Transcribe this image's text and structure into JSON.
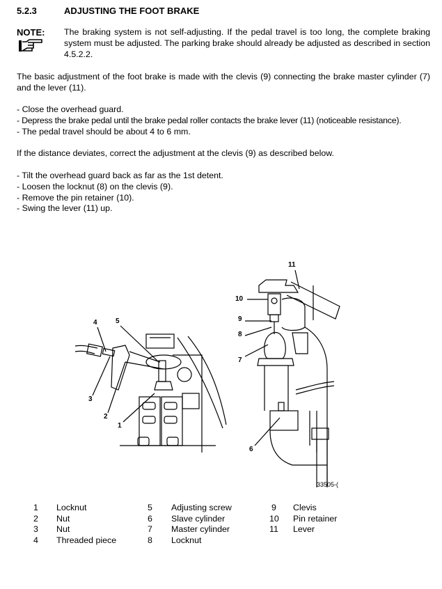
{
  "section": {
    "number": "5.2.3",
    "title": "ADJUSTING THE FOOT BRAKE"
  },
  "note": {
    "label": "NOTE:",
    "icon": "pointing-hand-icon",
    "text": "The braking system is not self-adjusting. If the pedal travel is too long, the complete braking system must be adjusted. The parking brake should already be adjusted as described in section 4.5.2.2."
  },
  "intro": "The basic adjustment of the foot brake is made with the clevis (9) connecting the brake master cylinder (7) and the lever (11).",
  "steps1": [
    "- Close the overhead guard.",
    "- Depress the brake pedal until the brake pedal roller contacts the brake lever (11) (noticeable resistance).",
    "- The pedal travel should be about 4 to 6 mm."
  ],
  "deviation": "If the distance deviates, correct the adjustment at the clevis (9) as described below.",
  "steps2": [
    "- Tilt the overhead guard back as far as the 1st detent.",
    "- Loosen the locknut (8) on the clevis (9).",
    "- Remove the pin retainer (10).",
    "- Swing the lever (11) up."
  ],
  "figure": {
    "callouts": [
      "1",
      "2",
      "3",
      "4",
      "5",
      "6",
      "7",
      "8",
      "9",
      "10",
      "11"
    ],
    "code": "33505-("
  },
  "legend": [
    {
      "num": "1",
      "label": "Locknut"
    },
    {
      "num": "2",
      "label": "Nut"
    },
    {
      "num": "3",
      "label": "Nut"
    },
    {
      "num": "4",
      "label": "Threaded piece"
    },
    {
      "num": "5",
      "label": "Adjusting screw"
    },
    {
      "num": "6",
      "label": "Slave cylinder"
    },
    {
      "num": "7",
      "label": "Master cylinder"
    },
    {
      "num": "8",
      "label": "Locknut"
    },
    {
      "num": "9",
      "label": "Clevis"
    },
    {
      "num": "10",
      "label": "Pin retainer"
    },
    {
      "num": "11",
      "label": "Lever"
    }
  ]
}
